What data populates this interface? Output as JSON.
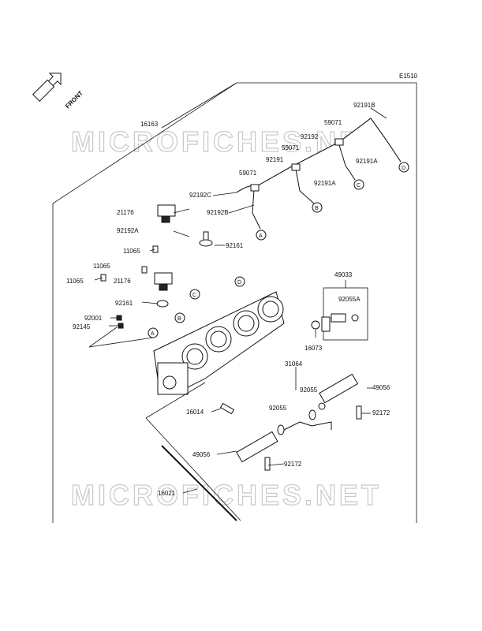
{
  "diagram_code": "E1510",
  "front_label": "FRONT",
  "watermark": "MICROFICHES.NET",
  "part_labels": [
    "16163",
    "92191B",
    "59071",
    "92192",
    "59071",
    "92191A",
    "92191",
    "59071",
    "92191A",
    "92192C",
    "92192B",
    "21176",
    "92192A",
    "92161",
    "11065",
    "11065",
    "21176",
    "11065",
    "92161",
    "92001",
    "92145",
    "49033",
    "92055A",
    "16073",
    "31064",
    "92055",
    "92055",
    "49056",
    "92172",
    "16014",
    "49056",
    "92172",
    "16021"
  ],
  "callouts": [
    "D",
    "C",
    "B",
    "A",
    "D",
    "C",
    "B",
    "A"
  ]
}
